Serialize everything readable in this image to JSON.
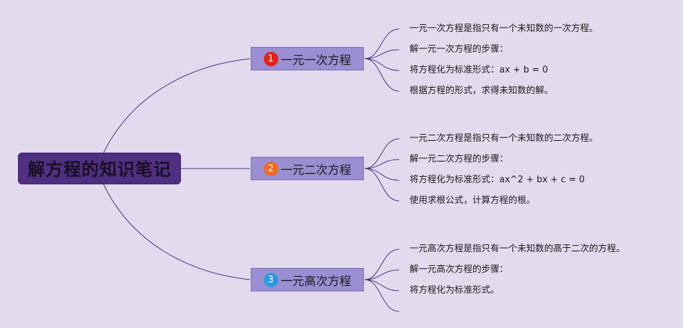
{
  "root": {
    "label": "解方程的知识笔记"
  },
  "branches": [
    {
      "label": "一元一次方程",
      "badge": "1",
      "badge_color": "#e2231a",
      "leaves": [
        "一元一次方程是指只有一个未知数的一次方程。",
        "解一元一次方程的步骤：",
        "将方程化为标准形式：ax + b = 0",
        "根据方程的形式，求得未知数的解。"
      ]
    },
    {
      "label": "一元二次方程",
      "badge": "2",
      "badge_color": "#f26a21",
      "leaves": [
        "一元二次方程是指只有一个未知数的二次方程。",
        "解一元二次方程的步骤：",
        "将方程化为标准形式：ax^2 + bx + c = 0",
        "使用求根公式，计算方程的根。"
      ]
    },
    {
      "label": "一元高次方程",
      "badge": "3",
      "badge_color": "#2b9be0",
      "leaves": [
        "一元高次方程是指只有一个未知数的高于二次的方程。",
        "解一元高次方程的步骤：",
        "将方程化为标准形式。"
      ]
    }
  ],
  "colors": {
    "background": "#e3daee",
    "root_fill": "#4e2f81",
    "branch_fill": "#9a8fd3",
    "connector": "#4a2f7a"
  }
}
